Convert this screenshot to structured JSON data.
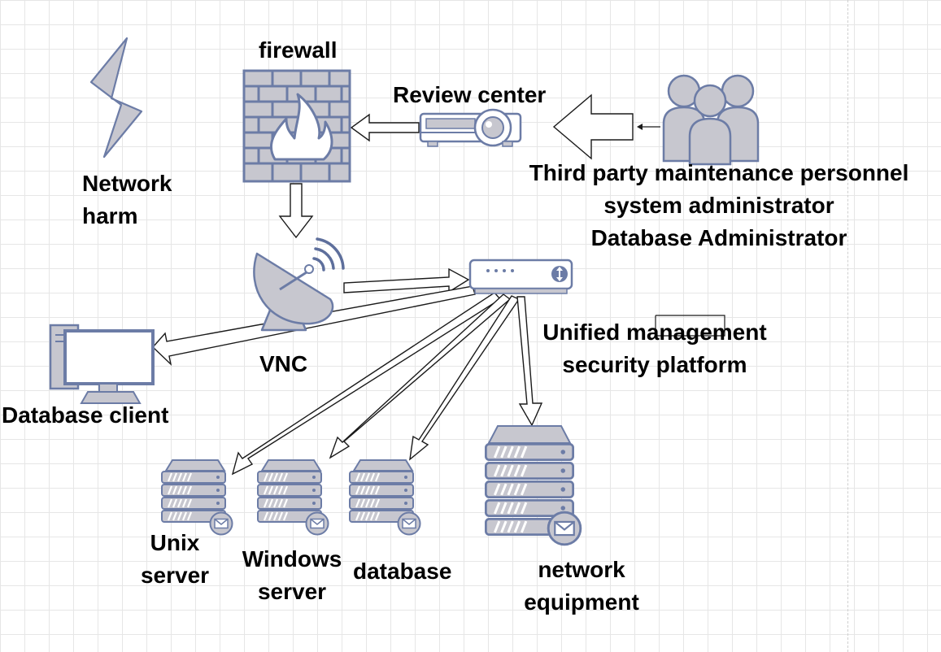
{
  "colors": {
    "icon_fill": "#c7c7cf",
    "icon_stroke": "#6c7ca6",
    "icon_dark": "#5e6f9c",
    "grid": "#e6e6e6",
    "arrow_stroke": "#1a1a1a"
  },
  "labels": {
    "firewall": "firewall",
    "review_center": "Review center",
    "network_harm_l1": "Network",
    "network_harm_l2": "harm",
    "personnel_l1": "Third party maintenance personnel",
    "personnel_l2": "system administrator",
    "personnel_l3": "Database Administrator",
    "vnc": "VNC",
    "platform_l1": "Unified management",
    "platform_l2": "security platform",
    "database_client": "Database client",
    "unix_l1": "Unix",
    "unix_l2": "server",
    "windows_l1": "Windows",
    "windows_l2": "server",
    "database": "database",
    "network_eq_l1": "network",
    "network_eq_l2": "equipment"
  },
  "icons": {
    "network_harm": "lightning-bolt-icon",
    "firewall": "firewall-icon",
    "review_center": "projector-icon",
    "personnel": "users-group-icon",
    "vnc": "satellite-dish-icon",
    "platform": "router-icon",
    "database_client": "desktop-computer-icon",
    "unix_server": "server-icon",
    "windows_server": "server-icon",
    "database": "server-icon",
    "network_equipment": "server-icon"
  }
}
